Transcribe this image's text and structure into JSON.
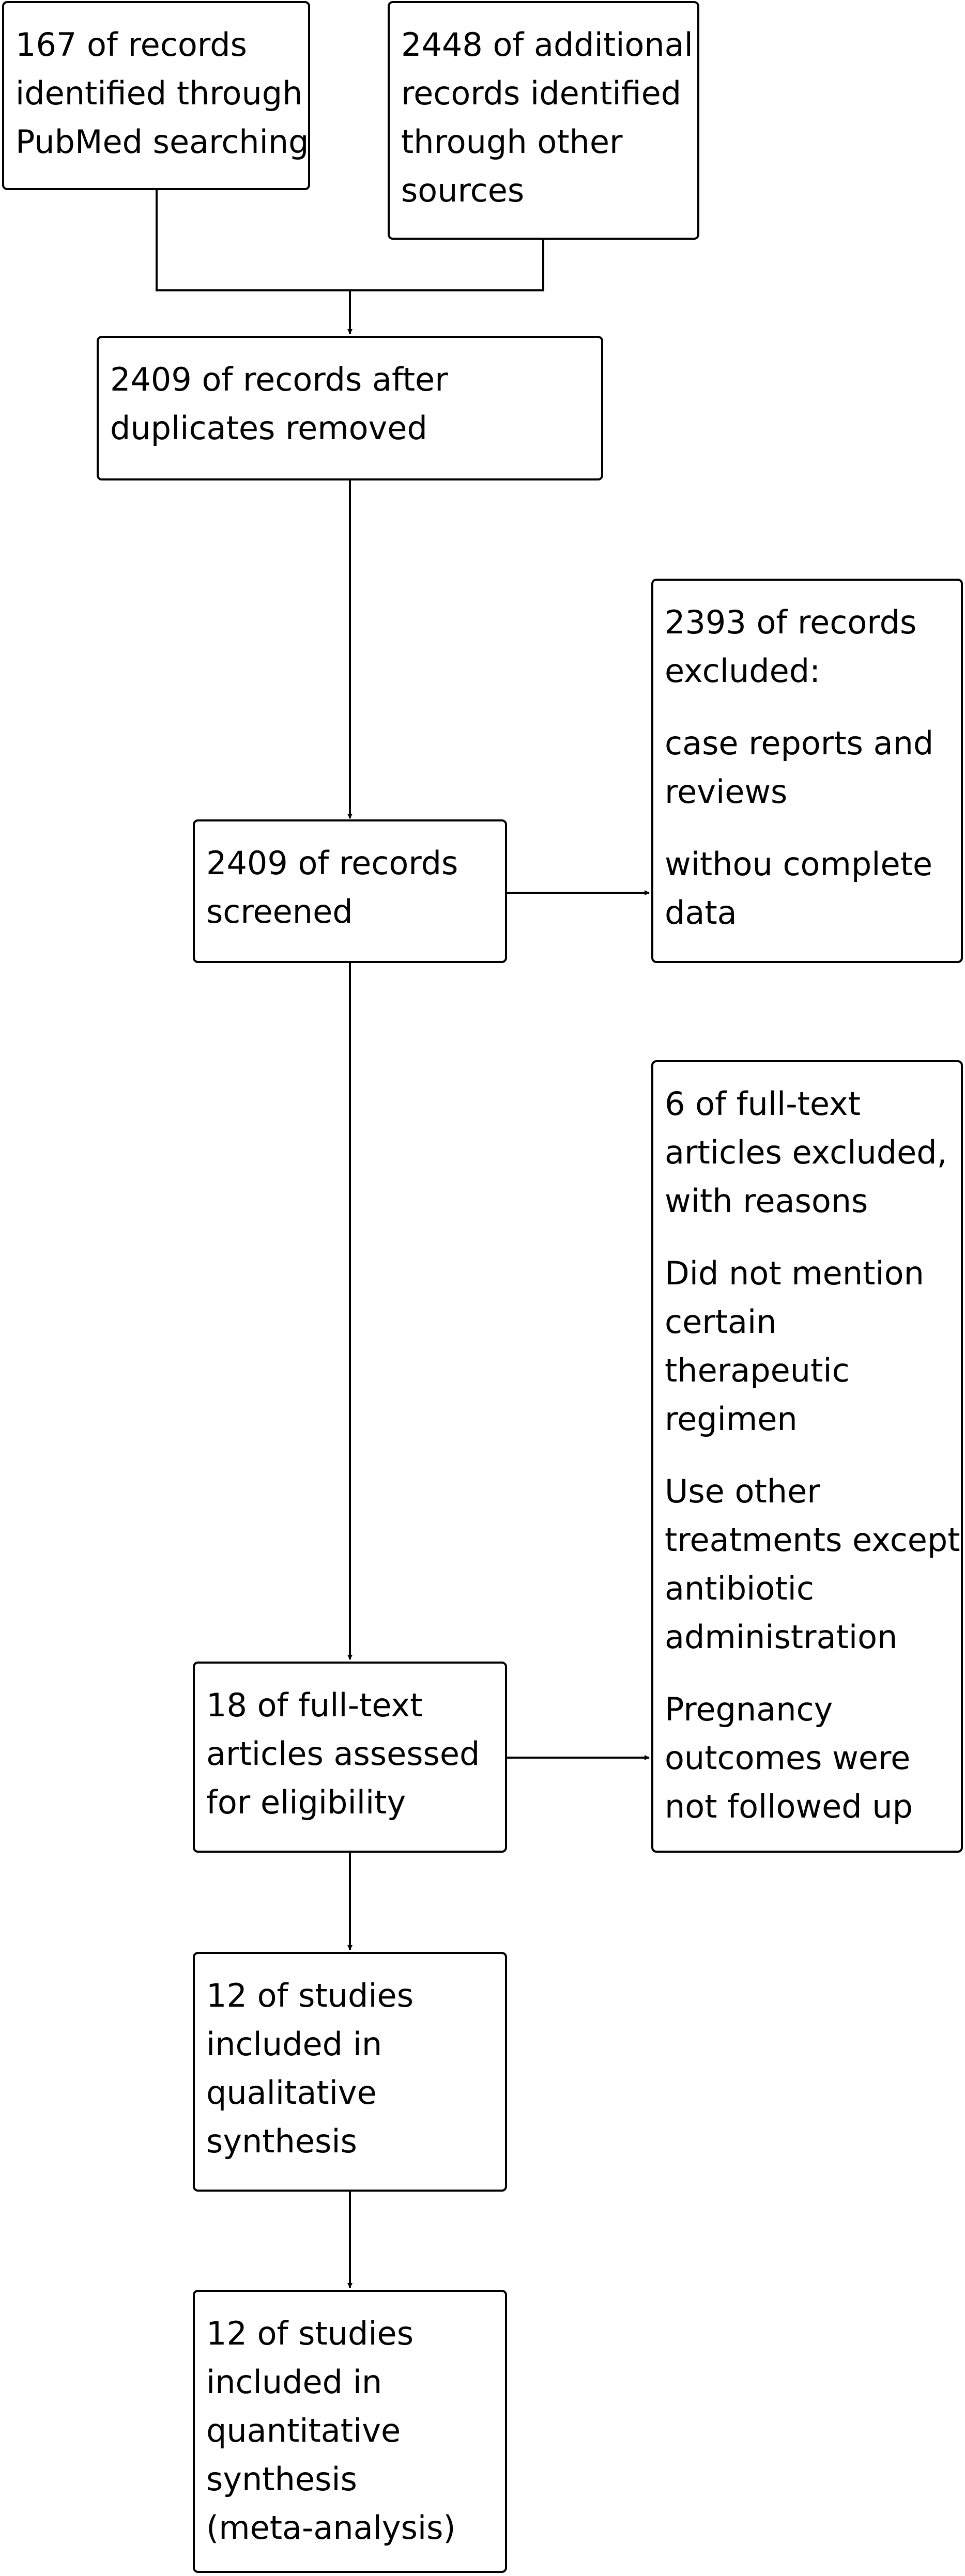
{
  "colors": {
    "stroke": "#000000",
    "background": "#ffffff"
  },
  "flow": {
    "pubmed": {
      "lines": [
        "167 of records",
        "identified through",
        "PubMed searching"
      ]
    },
    "other_sources": {
      "lines": [
        "2448 of additional",
        "records identified",
        "through other",
        "sources"
      ]
    },
    "after_duplicates": {
      "lines": [
        "2409 of records after",
        "duplicates removed"
      ]
    },
    "screened": {
      "lines": [
        "2409 of records",
        "screened"
      ]
    },
    "excluded_records": {
      "header": [
        "2393 of records",
        "excluded:"
      ],
      "reasons": [
        [
          "case reports and",
          "reviews"
        ],
        [
          "withou complete",
          "data"
        ]
      ]
    },
    "full_text_assessed": {
      "lines": [
        "18 of full-text",
        "articles assessed",
        "for eligibility"
      ]
    },
    "full_text_excluded": {
      "header": [
        "6 of full-text",
        "articles excluded,",
        "with reasons"
      ],
      "reasons": [
        [
          "Did not mention",
          "certain",
          "therapeutic",
          "regimen"
        ],
        [
          "Use other",
          "treatments except",
          "antibiotic",
          "administration"
        ],
        [
          "Pregnancy",
          "outcomes were",
          "not followed up"
        ]
      ]
    },
    "qualitative": {
      "lines": [
        "12 of studies",
        "included in",
        "qualitative",
        "synthesis"
      ]
    },
    "quantitative": {
      "lines": [
        "12 of studies",
        "included in",
        "quantitative",
        "synthesis",
        "(meta-analysis)"
      ]
    }
  }
}
